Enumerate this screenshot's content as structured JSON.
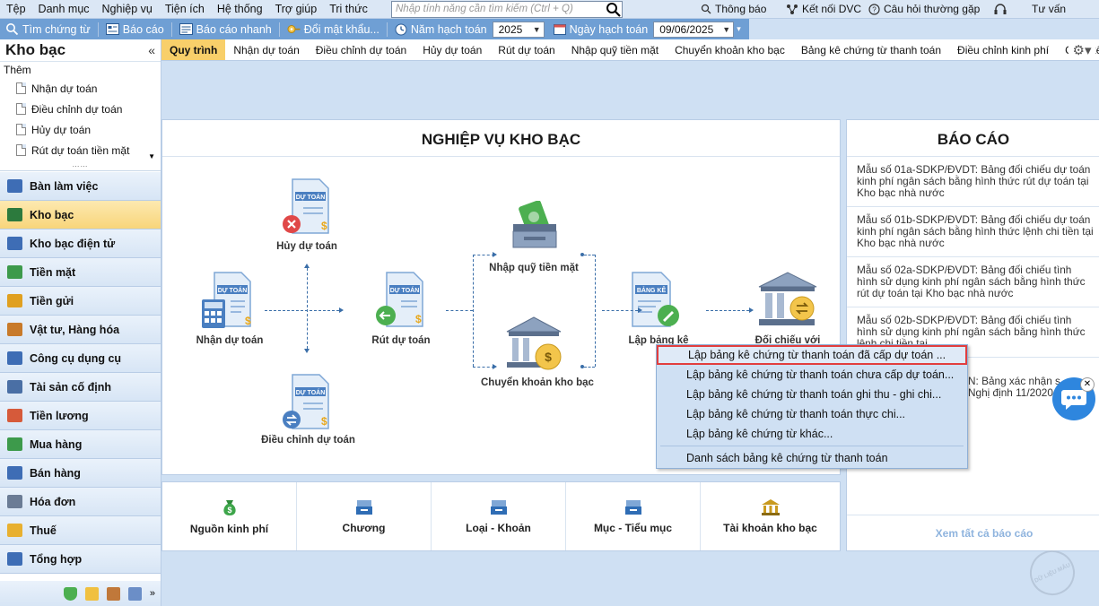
{
  "menu": [
    "Tệp",
    "Danh mục",
    "Nghiệp vụ",
    "Tiện ích",
    "Hệ thống",
    "Trợ giúp",
    "Tri thức"
  ],
  "search": {
    "placeholder": "Nhập tính năng cần tìm kiếm (Ctrl + Q)"
  },
  "topright": {
    "notifications": "Thông báo",
    "dvc": "Kết nối DVC",
    "faq": "Câu hỏi thường gặp",
    "user": "Tư vấn"
  },
  "toolbar": {
    "find_voucher": "Tìm chứng từ",
    "report": "Báo cáo",
    "quick_report": "Báo cáo nhanh",
    "change_password": "Đổi mật khẩu...",
    "fiscal_year_label": "Năm hạch toán",
    "fiscal_year_value": "2025",
    "posting_date_label": "Ngày hạch toán",
    "posting_date_value": "09/06/2025"
  },
  "sidebar": {
    "title": "Kho bạc",
    "add_label": "Thêm",
    "quick_links": [
      "Nhận dự toán",
      "Điều chỉnh dự toán",
      "Hủy dự toán",
      "Rút dự toán tiền mặt"
    ],
    "nav": [
      {
        "label": "Bàn làm việc",
        "color": "#3e6db5"
      },
      {
        "label": "Kho bạc",
        "color": "#2c7a3d"
      },
      {
        "label": "Kho bạc điện tử",
        "color": "#3e6db5"
      },
      {
        "label": "Tiền mặt",
        "color": "#3d9a4b"
      },
      {
        "label": "Tiền gửi",
        "color": "#e0a020"
      },
      {
        "label": "Vật tư, Hàng hóa",
        "color": "#c87a2a"
      },
      {
        "label": "Công cụ dụng cụ",
        "color": "#3e6db5"
      },
      {
        "label": "Tài sản cố định",
        "color": "#4a6fa5"
      },
      {
        "label": "Tiền lương",
        "color": "#d65a3a"
      },
      {
        "label": "Mua hàng",
        "color": "#3d9a4b"
      },
      {
        "label": "Bán hàng",
        "color": "#3e6db5"
      },
      {
        "label": "Hóa đơn",
        "color": "#6b7c95"
      },
      {
        "label": "Thuế",
        "color": "#e8b030"
      },
      {
        "label": "Tổng hợp",
        "color": "#3e6db5"
      }
    ]
  },
  "tabs": [
    "Quy trình",
    "Nhận dự toán",
    "Điều chỉnh dự toán",
    "Hủy dự toán",
    "Rút dự toán",
    "Nhập quỹ tiền mặt",
    "Chuyển khoản kho bạc",
    "Bảng kê chứng từ thanh toán",
    "Điều chỉnh kinh phí",
    "Cam kết chi",
    "D"
  ],
  "process": {
    "title": "NGHIỆP VỤ KHO BẠC",
    "doc_tag": "DỰ TOÁN",
    "list_tag": "BẢNG KÊ",
    "nodes": {
      "receive": "Nhận dự toán",
      "cancel": "Hủy dự toán",
      "adjust": "Điều chỉnh dự toán",
      "withdraw": "Rút dự toán",
      "cash_in": "Nhập quỹ tiền mặt",
      "transfer": "Chuyển khoản kho bạc",
      "list": "Lập bảng kê",
      "reconcile": "Đối chiếu với"
    }
  },
  "categories": [
    "Nguồn kinh phí",
    "Chương",
    "Loại - Khoản",
    "Mục - Tiểu mục",
    "Tài khoản kho bạc"
  ],
  "reports": {
    "title": "BÁO CÁO",
    "items": [
      "Mẫu số 01a-SDKP/ĐVDT: Bảng đối chiếu dự toán kinh phí ngân sách bằng hình thức rút dự toán tại Kho bạc nhà nước",
      "Mẫu số 01b-SDKP/ĐVDT: Bảng đối chiếu dự toán kinh phí ngân sách bằng hình thức lệnh chi tiền tại Kho bạc nhà nước",
      "Mẫu số 02a-SDKP/ĐVDT: Bảng đối chiếu tình hình sử dụng kinh phí ngân sách bằng hình thức rút dự toán tại Kho bạc nhà nước",
      "Mẫu số 02b-SDKP/ĐVDT: Bảng đối chiếu tình hình sử dụng kinh phí ngân sách bằng hình thức lệnh chi tiền tại"
    ],
    "partial_1": "N: Bảng xác nhận s",
    "partial_2": "Nghị định 11/2020/",
    "see_all": "Xem tất cả báo cáo"
  },
  "context_menu": [
    "Lập bảng kê chứng từ thanh toán đã cấp dự toán ...",
    "Lập bảng kê chứng từ thanh toán chưa cấp dự toán...",
    "Lập bảng kê chứng từ thanh toán ghi thu - ghi chi...",
    "Lập bảng kê chứng từ thanh toán thực chi...",
    "Lập bảng kê chứng từ khác...",
    "Danh sách bảng kê chứng từ thanh toán"
  ],
  "watermark": "DỮ LIỆU MẪU"
}
